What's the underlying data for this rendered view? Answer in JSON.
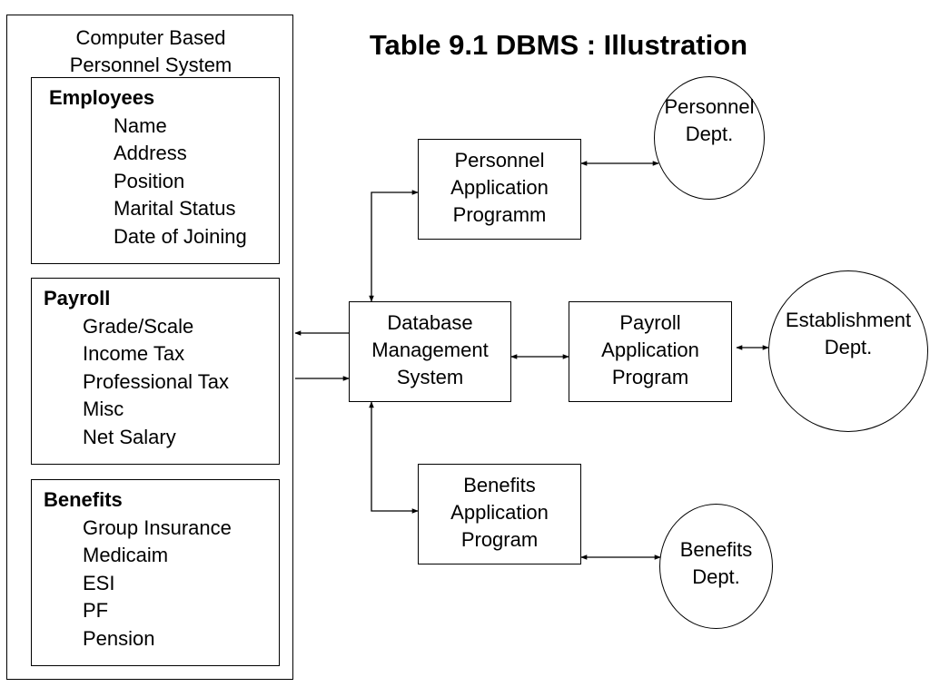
{
  "title": "Table 9.1 DBMS : Illustration",
  "system": {
    "title_line1": "Computer Based",
    "title_line2": "Personnel System",
    "employees": {
      "heading": "Employees",
      "fields": [
        "Name",
        "Address",
        "Position",
        "Marital Status",
        "Date of Joining"
      ]
    },
    "payroll": {
      "heading": "Payroll",
      "fields": [
        "Grade/Scale",
        "Income Tax",
        "Professional Tax",
        "Misc",
        "Net Salary"
      ]
    },
    "benefits": {
      "heading": "Benefits",
      "fields": [
        "Group Insurance",
        "Medicaim",
        "ESI",
        "PF",
        "Pension"
      ]
    }
  },
  "dbms": {
    "line1": "Database",
    "line2": "Management",
    "line3": "System"
  },
  "personnel_app": {
    "line1": "Personnel",
    "line2": "Application",
    "line3": "Programm"
  },
  "payroll_app": {
    "line1": "Payroll",
    "line2": "Application",
    "line3": "Program"
  },
  "benefits_app": {
    "line1": "Benefits",
    "line2": "Application",
    "line3": "Program"
  },
  "personnel_dept": {
    "line1": "Personnel",
    "line2": "Dept."
  },
  "establishment_dept": {
    "line1": "Establishment",
    "line2": "Dept."
  },
  "benefits_dept": {
    "line1": "Benefits",
    "line2": "Dept."
  }
}
